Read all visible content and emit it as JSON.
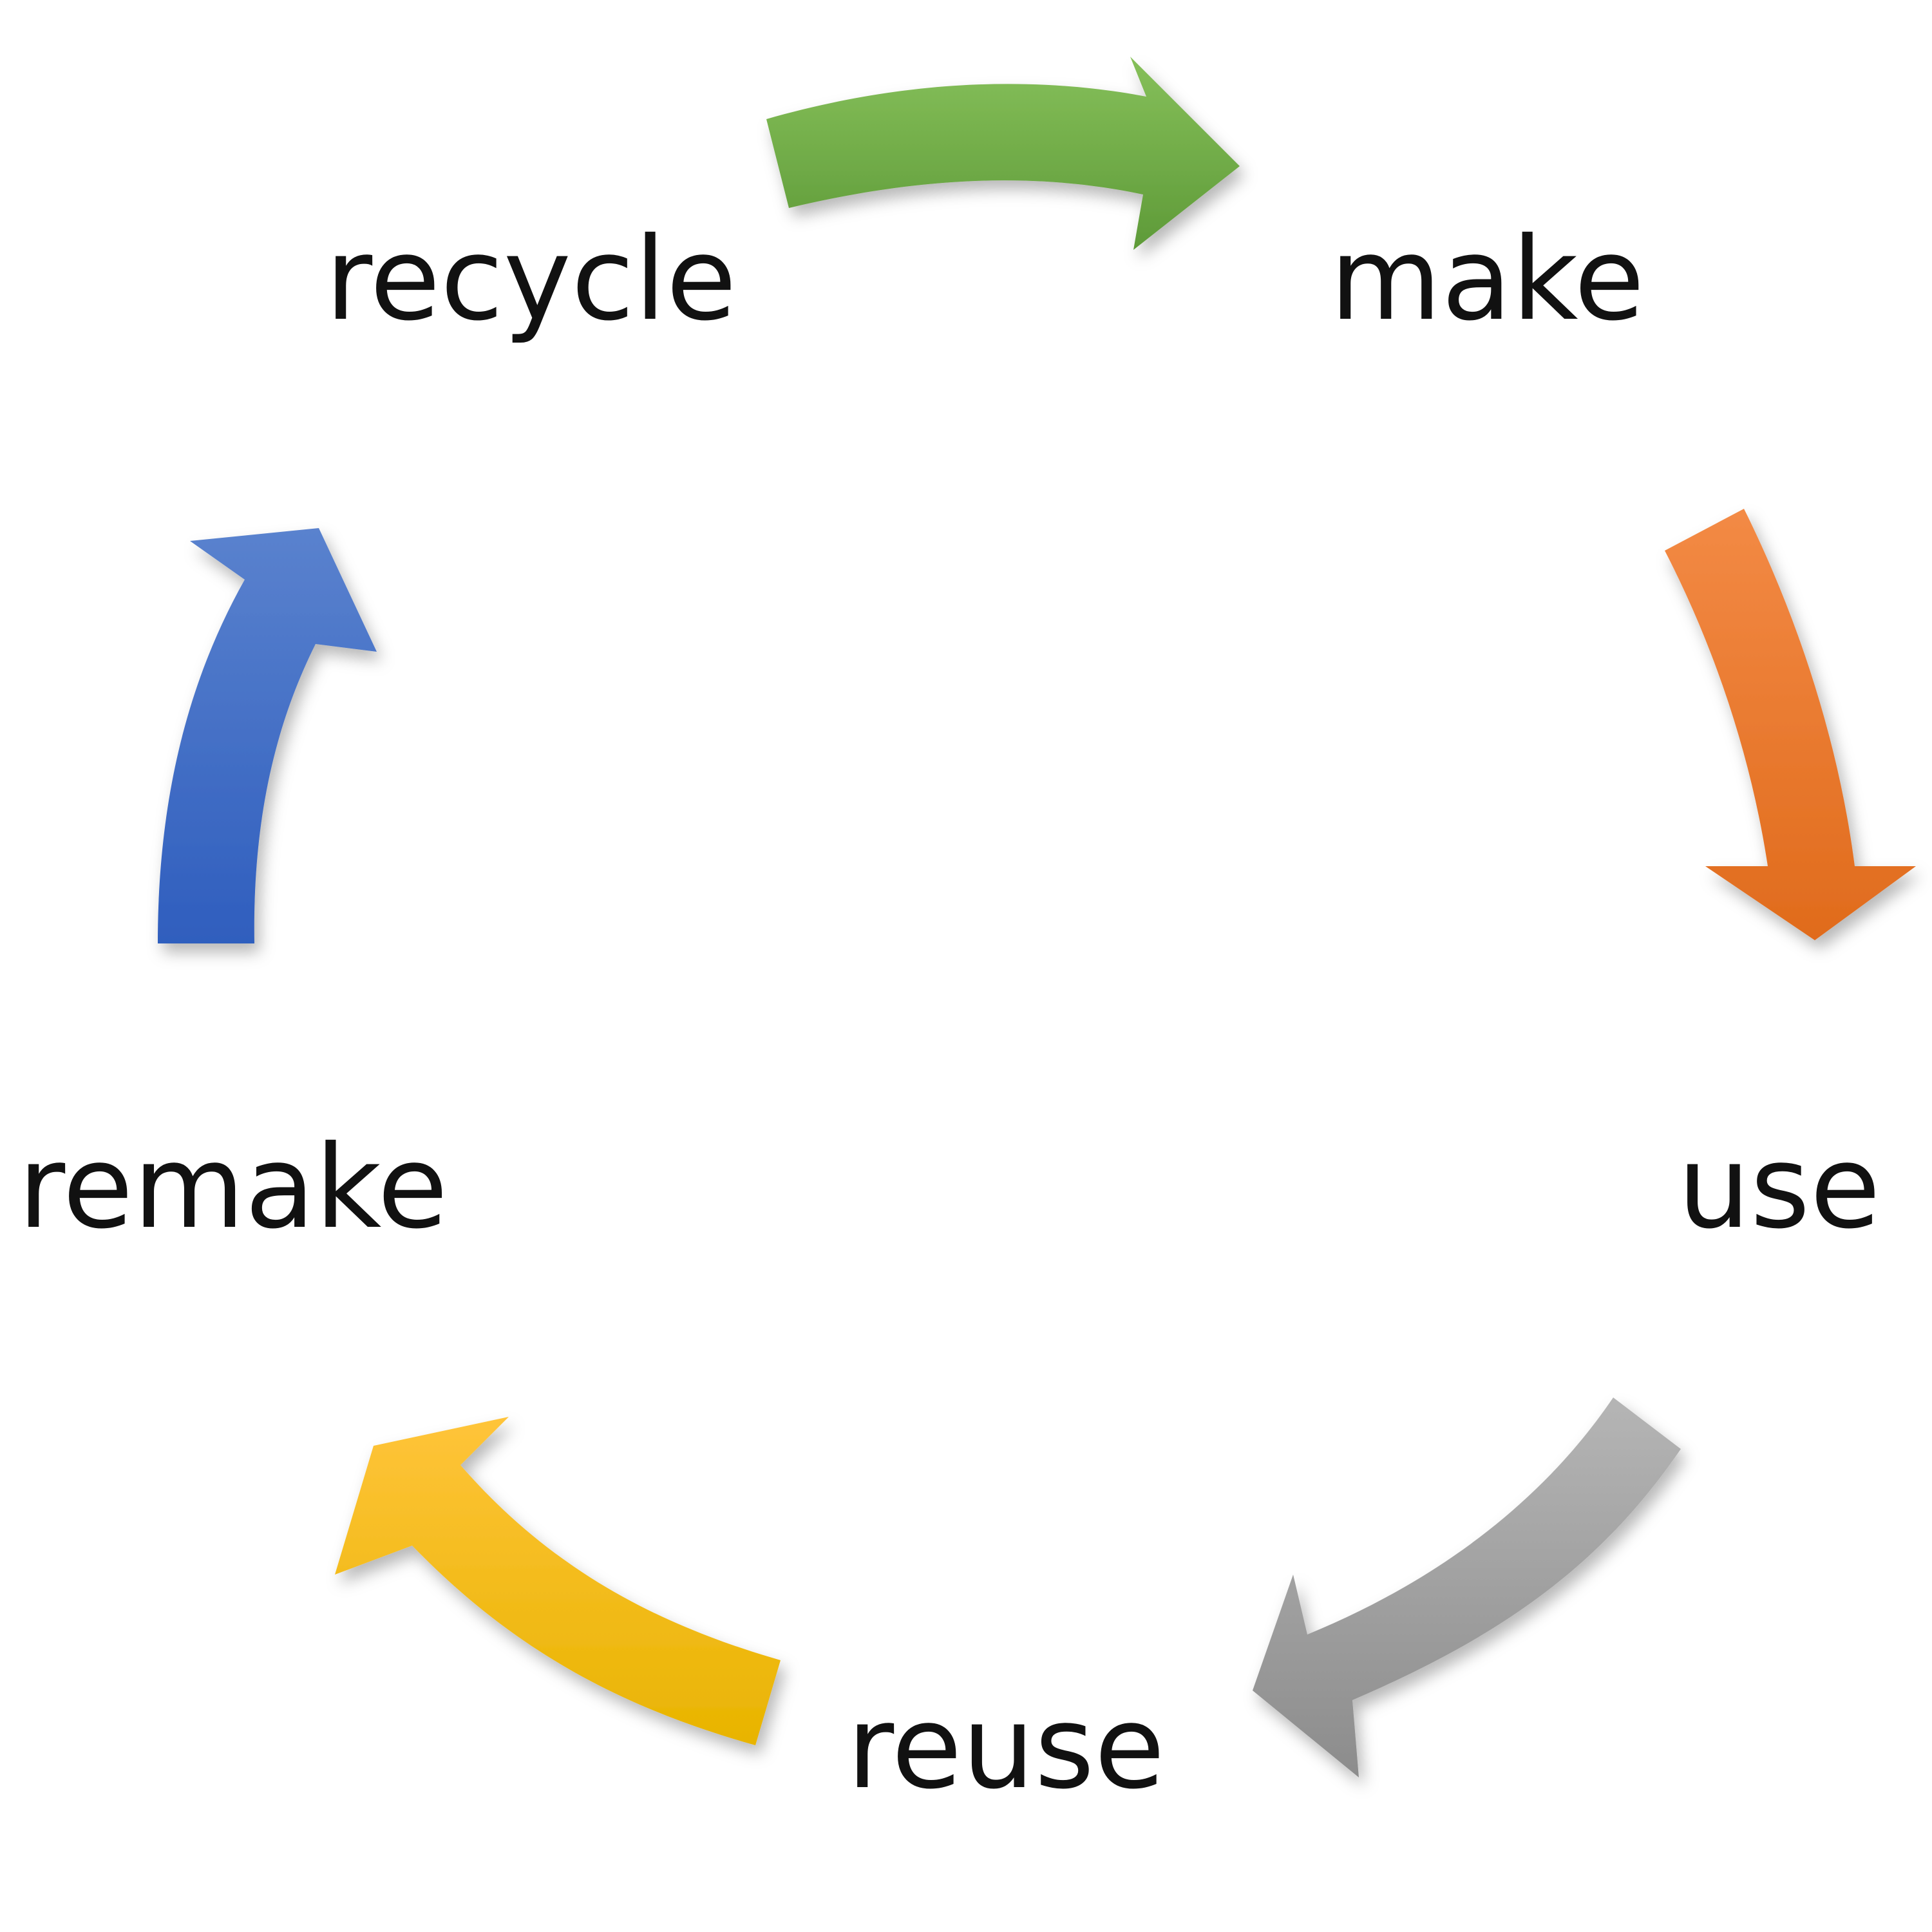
{
  "diagram": {
    "stages": [
      {
        "id": "make",
        "label": "make"
      },
      {
        "id": "use",
        "label": "use"
      },
      {
        "id": "reuse",
        "label": "reuse"
      },
      {
        "id": "remake",
        "label": "remake"
      },
      {
        "id": "recycle",
        "label": "recycle"
      }
    ],
    "arrows": [
      {
        "id": "recycle-to-make",
        "from": "recycle",
        "to": "make",
        "color": "#70AD47",
        "color_light": "#86C05A",
        "color_dark": "#5E9A38"
      },
      {
        "id": "make-to-use",
        "from": "make",
        "to": "use",
        "color": "#ED7D31",
        "color_light": "#F38A45",
        "color_dark": "#E06B1C"
      },
      {
        "id": "use-to-reuse",
        "from": "use",
        "to": "reuse",
        "color": "#A5A5A5",
        "color_light": "#B5B5B5",
        "color_dark": "#8C8C8C"
      },
      {
        "id": "reuse-to-remake",
        "from": "reuse",
        "to": "remake",
        "color": "#FFC000",
        "color_light": "#FFC43A",
        "color_dark": "#E8B400"
      },
      {
        "id": "remake-to-recycle",
        "from": "remake",
        "to": "recycle",
        "color": "#4472C4",
        "color_light": "#5A82CE",
        "color_dark": "#2F5EBE"
      }
    ]
  }
}
